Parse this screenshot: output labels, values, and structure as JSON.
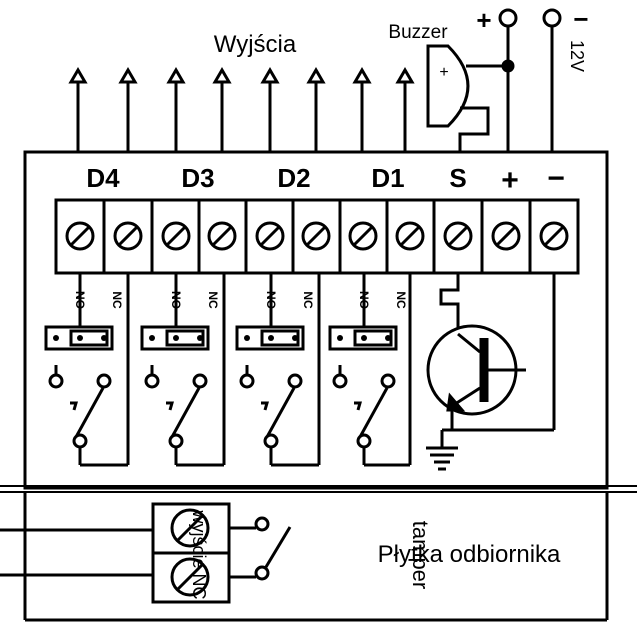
{
  "outputs_label": "Wyjścia",
  "buzzer_label": "Buzzer",
  "buzzer_plus": "+",
  "supply_plus": "+",
  "supply_minus": "−",
  "supply_voltage": "12V",
  "terminals": [
    "D4",
    "D3",
    "D2",
    "D1",
    "S",
    "+",
    "−"
  ],
  "jumper_labels": {
    "no": "NO",
    "nc": "NC"
  },
  "receiver_board_label": "Płytka odbiornika",
  "tamper_label": "tamper",
  "tamper_terminals_label": "wyjście NC"
}
